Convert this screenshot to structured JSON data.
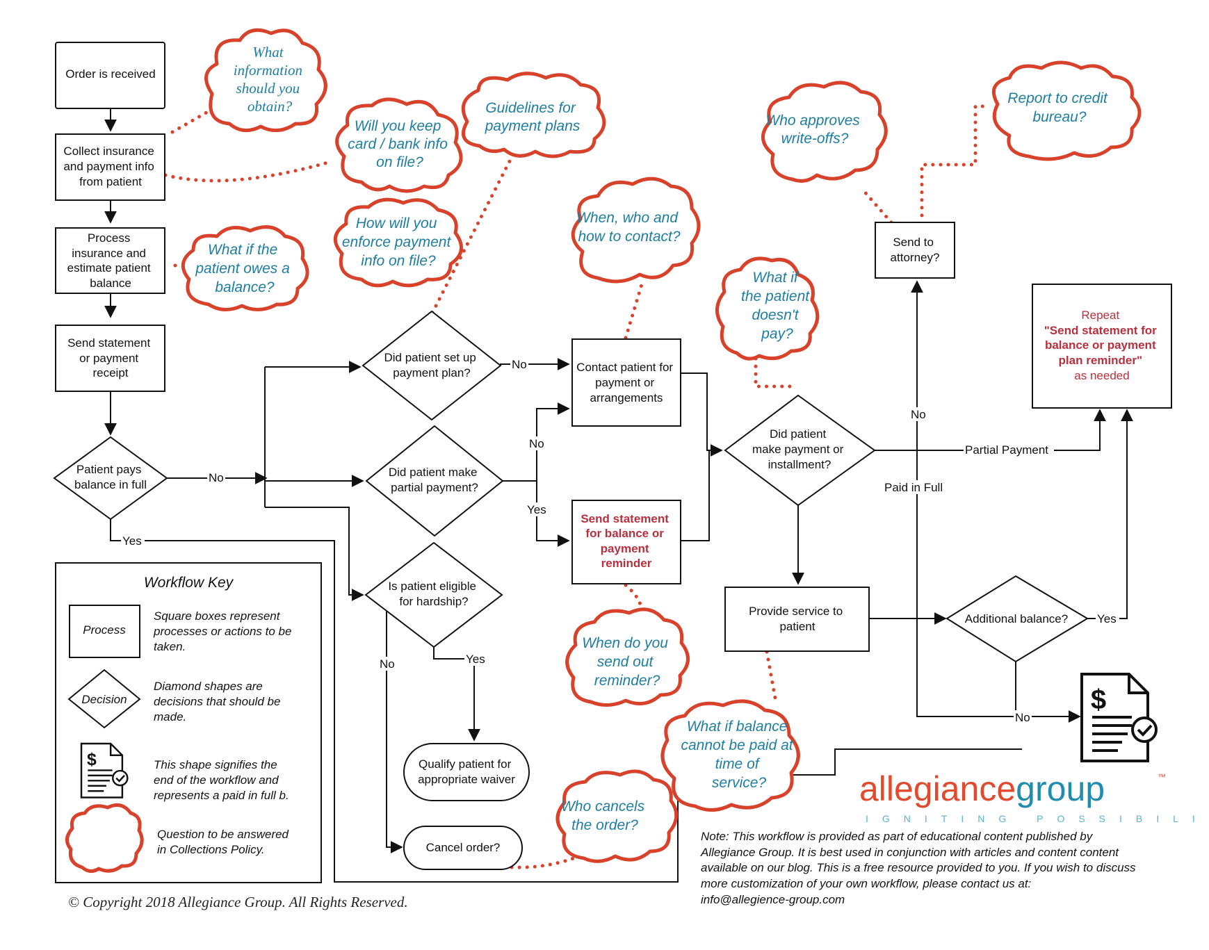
{
  "nodes": {
    "order_received": [
      "Order is received"
    ],
    "collect_info": [
      "Collect insurance",
      "and payment info",
      "from patient"
    ],
    "process_insurance": [
      "Process",
      "insurance and",
      "estimate patient",
      "balance"
    ],
    "send_statement": [
      "Send statement",
      "or payment",
      "receipt"
    ],
    "pays_in_full": [
      "Patient pays",
      "balance in full"
    ],
    "payment_plan": [
      "Did patient set up",
      "payment plan?"
    ],
    "partial_payment": [
      "Did patient make",
      "partial payment?"
    ],
    "hardship": [
      "Is patient eligible",
      "for hardship?"
    ],
    "contact_patient": [
      "Contact patient for",
      "payment or",
      "arrangements"
    ],
    "send_reminder": [
      "Send  statement",
      "for balance or",
      "payment",
      "reminder"
    ],
    "qualify_waiver": [
      "Qualify patient for",
      "appropriate waiver"
    ],
    "cancel_order": [
      "Cancel order?"
    ],
    "make_payment": [
      "Did patient",
      "make payment or",
      "installment?"
    ],
    "provide_service": [
      "Provide service to",
      "patient"
    ],
    "additional_balance": [
      "Additional balance?"
    ],
    "send_attorney": [
      "Send to",
      "attorney?"
    ],
    "repeat_top": [
      "Repeat"
    ],
    "repeat_bold": [
      "\"Send statement for",
      "balance or payment",
      "plan reminder\""
    ],
    "repeat_bottom": [
      "as needed"
    ]
  },
  "edge_labels": {
    "no": "No",
    "yes": "Yes",
    "partial": "Partial Payment",
    "paid_full": "Paid in Full"
  },
  "questions": {
    "what_info": [
      "What",
      "information",
      "should you",
      "obtain?"
    ],
    "keep_card": [
      "Will you keep",
      "card / bank info",
      "on file?"
    ],
    "guidelines": [
      "Guidelines for",
      "payment plans"
    ],
    "enforce": [
      "How will you",
      "enforce payment",
      "info on file?"
    ],
    "owes_balance": [
      "What if the",
      "patient owes a",
      "balance?"
    ],
    "when_contact": [
      "When, who and",
      "how to contact?"
    ],
    "doesnt_pay": [
      "What if",
      "the patient",
      "doesn't",
      "pay?"
    ],
    "write_offs": [
      "Who approves",
      "write-offs?"
    ],
    "credit_bureau": [
      "Report to credit",
      "bureau?"
    ],
    "send_reminder_q": [
      "When do you",
      "send out",
      "reminder?"
    ],
    "cannot_pay": [
      "What if balance",
      "cannot be paid at",
      "time of",
      "service?"
    ],
    "cancels": [
      "Who cancels",
      "the order?"
    ]
  },
  "key": {
    "title": "Workflow Key",
    "process_label": "Process",
    "process_desc": [
      "Square boxes represent",
      "processes or actions to be",
      "taken."
    ],
    "decision_label": "Decision",
    "decision_desc": [
      "Diamond shapes are",
      "decisions that should be",
      "made."
    ],
    "end_desc": [
      "This shape signifies the",
      "end of the workflow and",
      "represents a paid in full b."
    ],
    "cloud_desc": [
      "Question to be answered",
      "in Collections Policy."
    ]
  },
  "copyright": "© Copyright 2018 Allegiance Group. All Rights Reserved.",
  "note": [
    "Note: This workflow is provided as part of educational content published by",
    "Allegiance Group. It is best used in conjunction with articles and content content",
    "available on our blog. This is a free resource provided to you. If you wish to discuss",
    "more customization of your own workflow, please contact us at:",
    "info@allegience-group.com"
  ],
  "logo": {
    "part1": "allegiance",
    "part2": "group",
    "tm": "™",
    "tagline": "IGNITING POSSIBILITIES"
  },
  "colors": {
    "cloud_stroke": "#d8412a",
    "question_text": "#1e7ea0",
    "highlight_red": "#b8303e",
    "logo_orange": "#e24a2e",
    "logo_blue": "#1f8cb0"
  },
  "icons": [
    "dollar-document-check-icon"
  ]
}
